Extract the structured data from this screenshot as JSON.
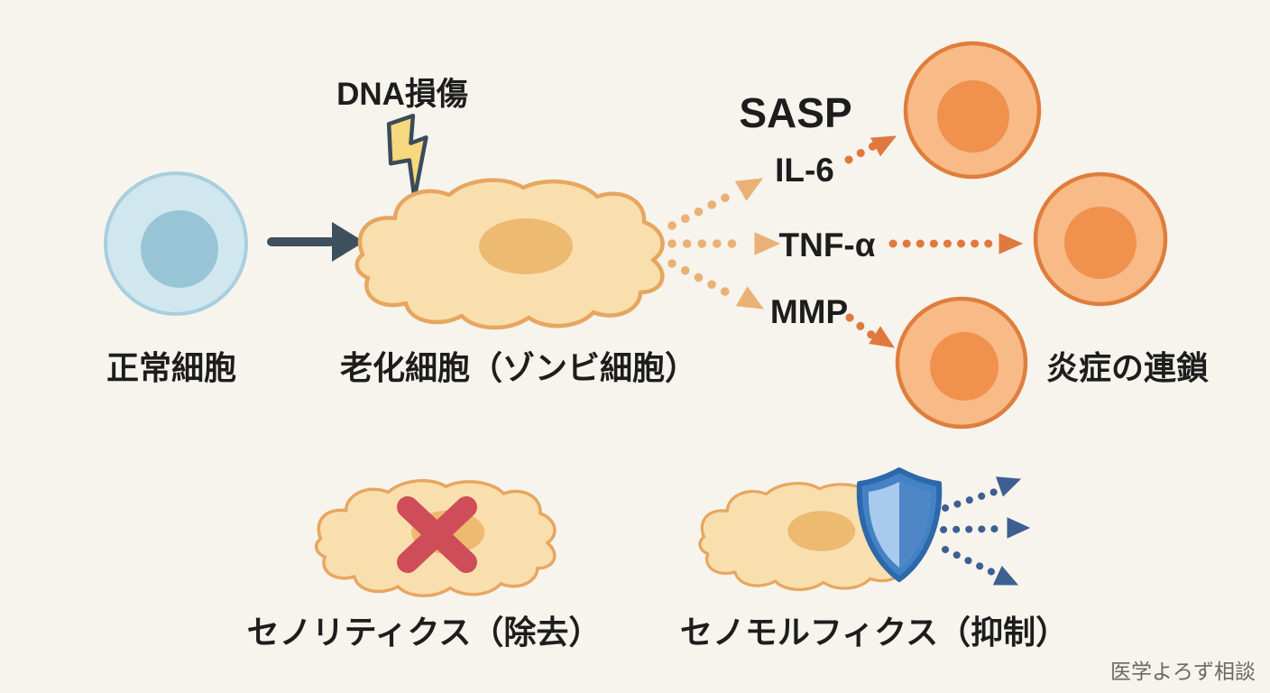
{
  "diagram": {
    "type": "flow-illustration",
    "topic": "senescent zombie cells, SASP inflammation cascade and therapies",
    "nodes": {
      "normal_cell": {
        "label": "正常細胞"
      },
      "dna_damage": {
        "label": "DNA損傷"
      },
      "senescent_cell": {
        "label": "老化細胞（ゾンビ細胞）"
      },
      "sasp": {
        "title": "SASP",
        "factors": [
          "IL-6",
          "TNF-α",
          "MMP"
        ]
      },
      "inflammation": {
        "label": "炎症の連鎖"
      },
      "senolytics": {
        "label": "セノリティクス（除去）"
      },
      "senomorphics": {
        "label": "セノモルフィクス（抑制）"
      }
    },
    "watermark": "医学よろず相談"
  },
  "icons": {
    "lightning_bolt": "lightning-bolt-icon",
    "solid_arrow": "arrow-right-icon",
    "dotted_arrows": "dotted-arrow-icons",
    "x_mark": "x-mark-icon",
    "shield": "shield-icon"
  },
  "colors": {
    "background": "#f6f4ed",
    "normal_cell_body": "#d0e7f0",
    "normal_cell_border": "#a9cede",
    "normal_cell_nucleus": "#97c5d6",
    "senescent_cell_body": "#fadfae",
    "senescent_cell_border": "#e7a660",
    "senescent_cell_nucleus": "#edba72",
    "orange_cell_body": "#f8ba87",
    "orange_cell_border": "#df7e3c",
    "orange_cell_nucleus": "#f0914d",
    "fan_arrow_light_orange": "#eab176",
    "sasp_arrow_orange": "#e0793f",
    "dark_slate_arrow": "#3e4f5e",
    "lightning_fill": "#f6d87e",
    "lightning_outline": "#3a4b5a",
    "red_x": "#cf4d58",
    "shield_outline": "#2d68aa",
    "shield_body": "#4382c4",
    "shield_inner_light": "#a8caec",
    "shield_inner_dark": "#4e86c8",
    "navy_arrow": "#3d5f91",
    "label_text": "#1d1d1d",
    "watermark_text": "#6a6a64"
  }
}
